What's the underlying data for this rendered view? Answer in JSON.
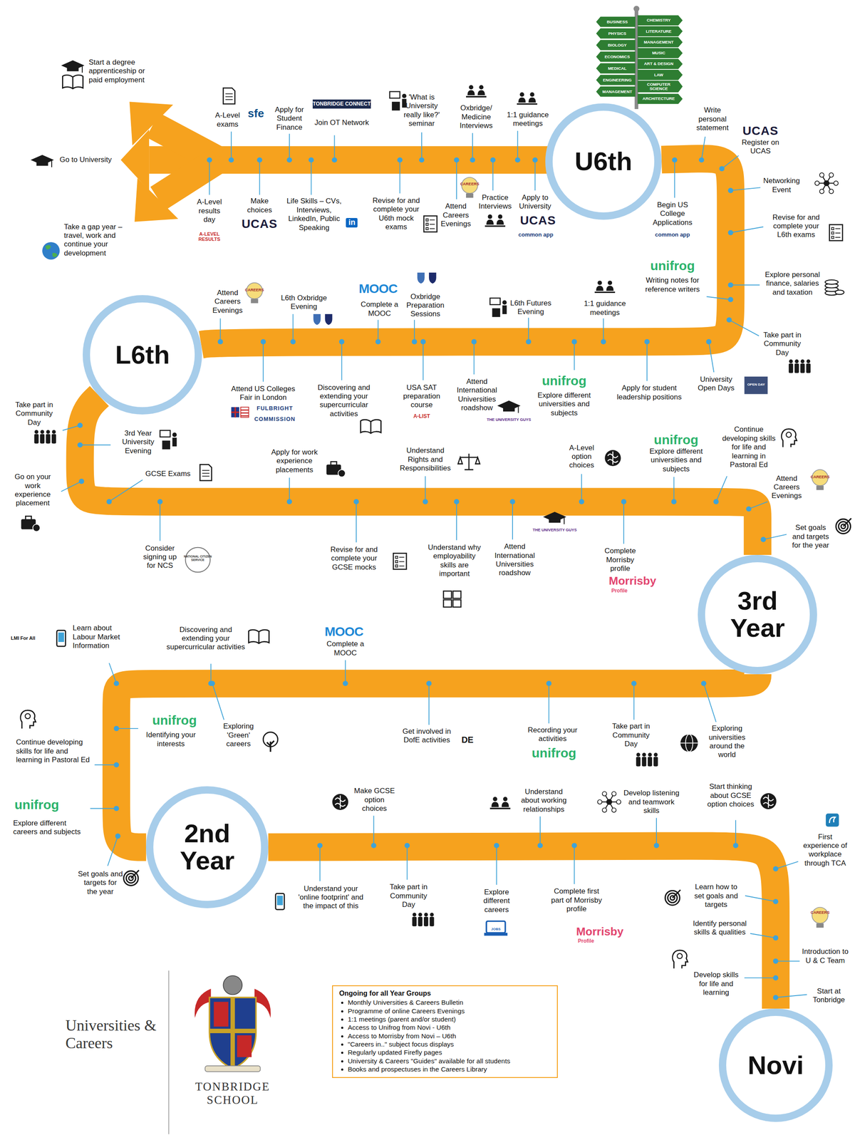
{
  "diagram": {
    "nodes": [
      {
        "text": [
          "U6th"
        ]
      },
      {
        "text": [
          "L6th"
        ]
      },
      {
        "text": [
          "3rd Year"
        ]
      },
      {
        "text": [
          "2nd Year"
        ]
      },
      {
        "text": [
          "Novi"
        ]
      },
      {
        "text": [
          "Ongoing for all Year Groups",
          "Monthly Universities & Careers Bulletin",
          "Programme of online Careers Evenings",
          "1:1 meetings (parent and/or student)",
          "Access to Unifrog from Novi - U6th",
          "Access to Morrisby from Novi – U6th",
          "\"Careers in..\" subject focus displays",
          "Regularly updated Firefly pages",
          "University & Careers \"Guides\" available for all students",
          "Books and prospectuses in the Careers Library"
        ]
      }
    ],
    "edges": [
      {
        "from": 4,
        "to": 3,
        "arrow": "none"
      },
      {
        "from": 3,
        "to": 2,
        "arrow": "none"
      },
      {
        "from": 2,
        "to": 1,
        "arrow": "none"
      },
      {
        "from": 1,
        "to": 0,
        "arrow": "none"
      }
    ],
    "labels": [
      "Start a degree apprenticeship or paid employment",
      "Go to University",
      "Take a gap year – travel, work and continue your development",
      "A-Level exams",
      "sfe",
      "Apply for Student Finance",
      "TONBRIDGE CONNECT",
      "Join OT Network",
      "'What is University really like?' seminar",
      "Oxbridge/ Medicine Interviews",
      "1:1 guidance meetings",
      "A-Level results day",
      "A-LEVEL RESULTS",
      "Make choices",
      "UCAS",
      "Life Skills – CVs, Interviews, LinkedIn, Public Speaking",
      "in",
      "Revise for and complete your U6th mock exams",
      "CAREERS",
      "Attend Careers Evenings",
      "Practice Interviews",
      "Apply to University",
      "UCAS",
      "common app",
      "BUSINESS",
      "PHYSICS",
      "BIOLOGY",
      "ECONOMICS",
      "MEDICAL",
      "ENGINEERING",
      "MANAGEMENT",
      "CHEMISTRY",
      "LITERATURE",
      "MANAGEMENT",
      "MUSIC",
      "ART & DESIGN",
      "LAW",
      "COMPUTER SCIENCE",
      "ARCHITECTURE",
      "Write personal statement",
      "UCAS",
      "Register on UCAS",
      "Networking Event",
      "Revise for and complete your L6th exams",
      "Explore personal finance, salaries and taxation",
      "Take part in Community Day",
      "OPEN DAY",
      "University Open Days",
      "Begin US College Applications",
      "common app",
      "unifrog",
      "Writing notes for reference writers",
      "CAREERS",
      "Attend Careers Evenings",
      "L6th Oxbridge Evening",
      "MOOC",
      "Complete a MOOC",
      "Oxbridge Preparation Sessions",
      "L6th Futures Evening",
      "1:1 guidance meetings",
      "Attend US Colleges Fair in London",
      "FULBRIGHT",
      "COMMISSION",
      "Discovering and extending your supercurricular activities",
      "USA SAT preparation course",
      "A-LIST",
      "Attend International Universities roadshow",
      "THE UNIVERSITY GUYS",
      "unifrog",
      "Explore different universities and subjects",
      "Apply for student leadership positions",
      "Take part in Community Day",
      "3rd Year University Evening",
      "Go on your work experience placement",
      "GCSE Exams",
      "Consider signing up for NCS",
      "NATIONAL CITIZEN SERVICE",
      "Apply for work experience placements",
      "Understand Rights and Responsibilities",
      "A-Level option choices",
      "unifrog",
      "Explore different universities and subjects",
      "Continue developing skills for life and learning in Pastoral Ed",
      "CAREERS",
      "Attend Careers Evenings",
      "Set goals and targets for the year",
      "Revise for and complete your GCSE mocks",
      "Understand why employability skills are important",
      "Attend International Universities roadshow",
      "THE UNIVERSITY GUYS",
      "Complete Morrisby profile",
      "Morrisby",
      "Profile",
      "LMI For All",
      "Learn about Labour Market Information",
      "Discovering and extending your supercurricular activities",
      "MOOC",
      "Complete a MOOC",
      "unifrog",
      "Identifying your interests",
      "Exploring 'Green' careers",
      "Get involved in DofE activities",
      "DE",
      "Recording your activities",
      "unifrog",
      "Take part in Community Day",
      "Exploring universities around the world",
      "Continue developing skills for life and learning in Pastoral Ed",
      "unifrog",
      "Explore different careers and subjects",
      "Set goals and targets for the year",
      "Make GCSE option choices",
      "Understand about working relationships",
      "Develop listening and teamwork skills",
      "Start thinking about GCSE option choices",
      "First experience of workplace through TCA",
      "Understand your 'online footprint' and the impact of this",
      "Take part in Community Day",
      "Explore different careers",
      "JOBS",
      "Complete first part of Morrisby profile",
      "Morrisby",
      "Profile",
      "Learn how to set goals and targets",
      "Identify personal skills & qualities",
      "CAREERS",
      "Introduction to U & C Team",
      "Develop skills for life and learning",
      "Start at Tonbridge",
      "Universities & Careers",
      "TONBRIDGE SCHOOL"
    ]
  }
}
